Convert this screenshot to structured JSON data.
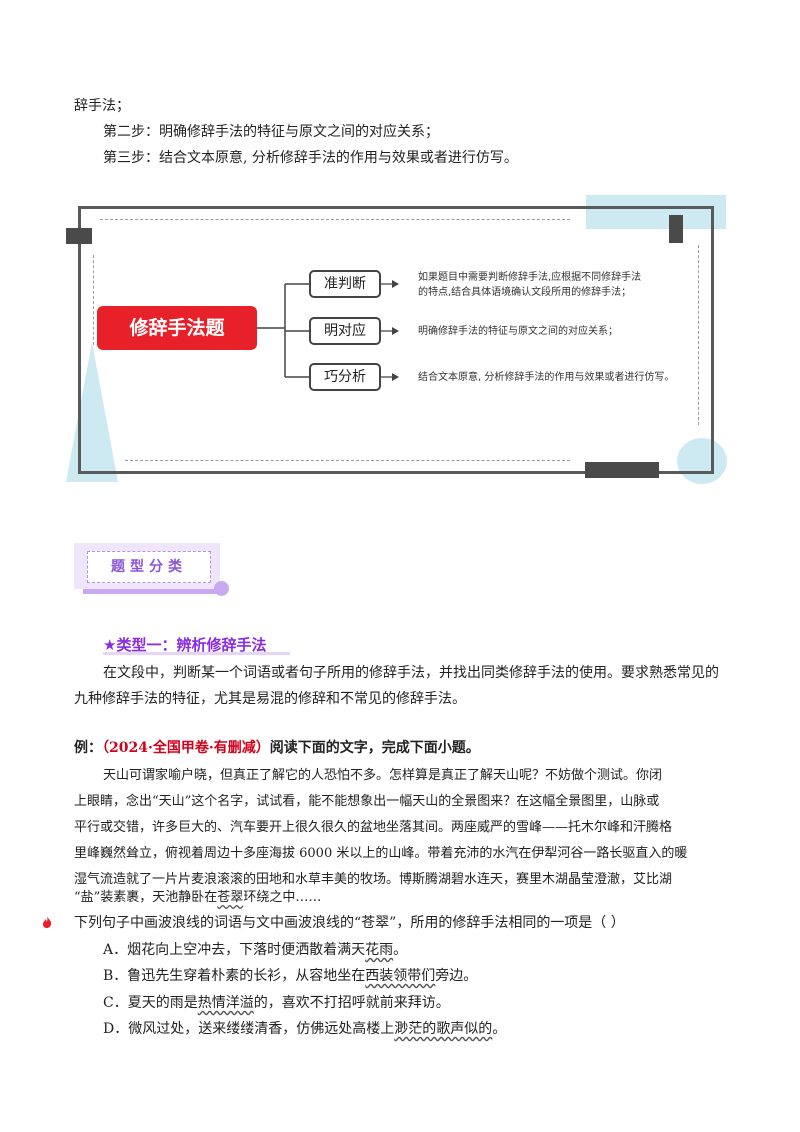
{
  "intro": {
    "line1": "辞手法；",
    "line2": "第二步：明确修辞手法的特征与原文之间的对应关系；",
    "line3": "第三步：结合文本原意, 分析修辞手法的作用与效果或者进行仿写。"
  },
  "mindmap": {
    "root": "修辞手法题",
    "branches": [
      {
        "label": "准判断",
        "note_lines": [
          "如果题目中需要判断修辞手法,应根据不同修辞手法",
          "的特点,结合具体语境确认文段所用的修辞手法；"
        ]
      },
      {
        "label": "明对应",
        "note_lines": [
          "明确修辞手法的特征与原文之间的对应关系；"
        ]
      },
      {
        "label": "巧分析",
        "note_lines": [
          "结合文本原意, 分析修辞手法的作用与效果或者进行仿写。"
        ]
      }
    ]
  },
  "section": {
    "label": "题型分类"
  },
  "type1": {
    "title": "★类型一：辨析修辞手法",
    "desc_line1": "在文段中，判断某一个词语或者句子所用的修辞手法，并找出同类修辞手法的使用。要求熟悉常见的",
    "desc_line2": "九种修辞手法的特征，尤其是易混的修辞和不常见的修辞手法。"
  },
  "example": {
    "prefix": "例：",
    "source": "（2024·全国甲卷·有删减）",
    "instruction": "阅读下面的文字，完成下面小题。"
  },
  "passage": {
    "l1": "天山可谓家喻户晓，但真正了解它的人恐怕不多。怎样算是真正了解天山呢？不妨做个测试。你闭",
    "l2": "上眼睛，念出“天山”这个名字，试试看，能不能想象出一幅天山的全景图来？在这幅全景图里，山脉或",
    "l3a": "平行或交错，许多巨大的、汽车要",
    "l3b": "开上很久很久的盆地坐落其间。两座威严的雪峰——托木尔峰和汗腾格",
    "l4": "里峰巍然耸立，俯视着周边十多座海拔 6000 米以上的山峰。带着充沛的水汽在伊犁河谷一路长驱直入的暖",
    "l5": "湿气流造就了一片片麦浪滚滚的田地和水草丰美的牧场。博斯腾湖碧水连天，赛里木湖晶莹澄澈，艾比湖",
    "l6a": "“盐”装素裹，天池静卧在",
    "l6b": "苍翠",
    "l6c": "环绕之中……"
  },
  "question": {
    "stem": "下列句子中画波浪线的词语与文中画波浪线的“苍翠”，所用的修辞手法相同的一项是（    ）",
    "options": [
      {
        "pre": "A．烟花向上空冲去，下落时便洒散着满天",
        "wavy": "花雨",
        "post": "。"
      },
      {
        "pre": "B．鲁迅先生穿着朴素的长衫，从容地坐在",
        "wavy": "西装领带们",
        "post": "旁边。"
      },
      {
        "pre": "C．夏天的雨是",
        "wavy": "热情洋溢",
        "post": "的，喜欢不打招呼就前来拜访。"
      },
      {
        "pre": "D．微风过处，送来缕缕清香，仿佛远处高楼上",
        "wavy": "渺茫的歌声似的",
        "post": "。"
      }
    ]
  },
  "colors": {
    "accent_red": "#e8202a",
    "accent_purple": "#8a2be2",
    "light_cyan": "#cdeaf3"
  }
}
